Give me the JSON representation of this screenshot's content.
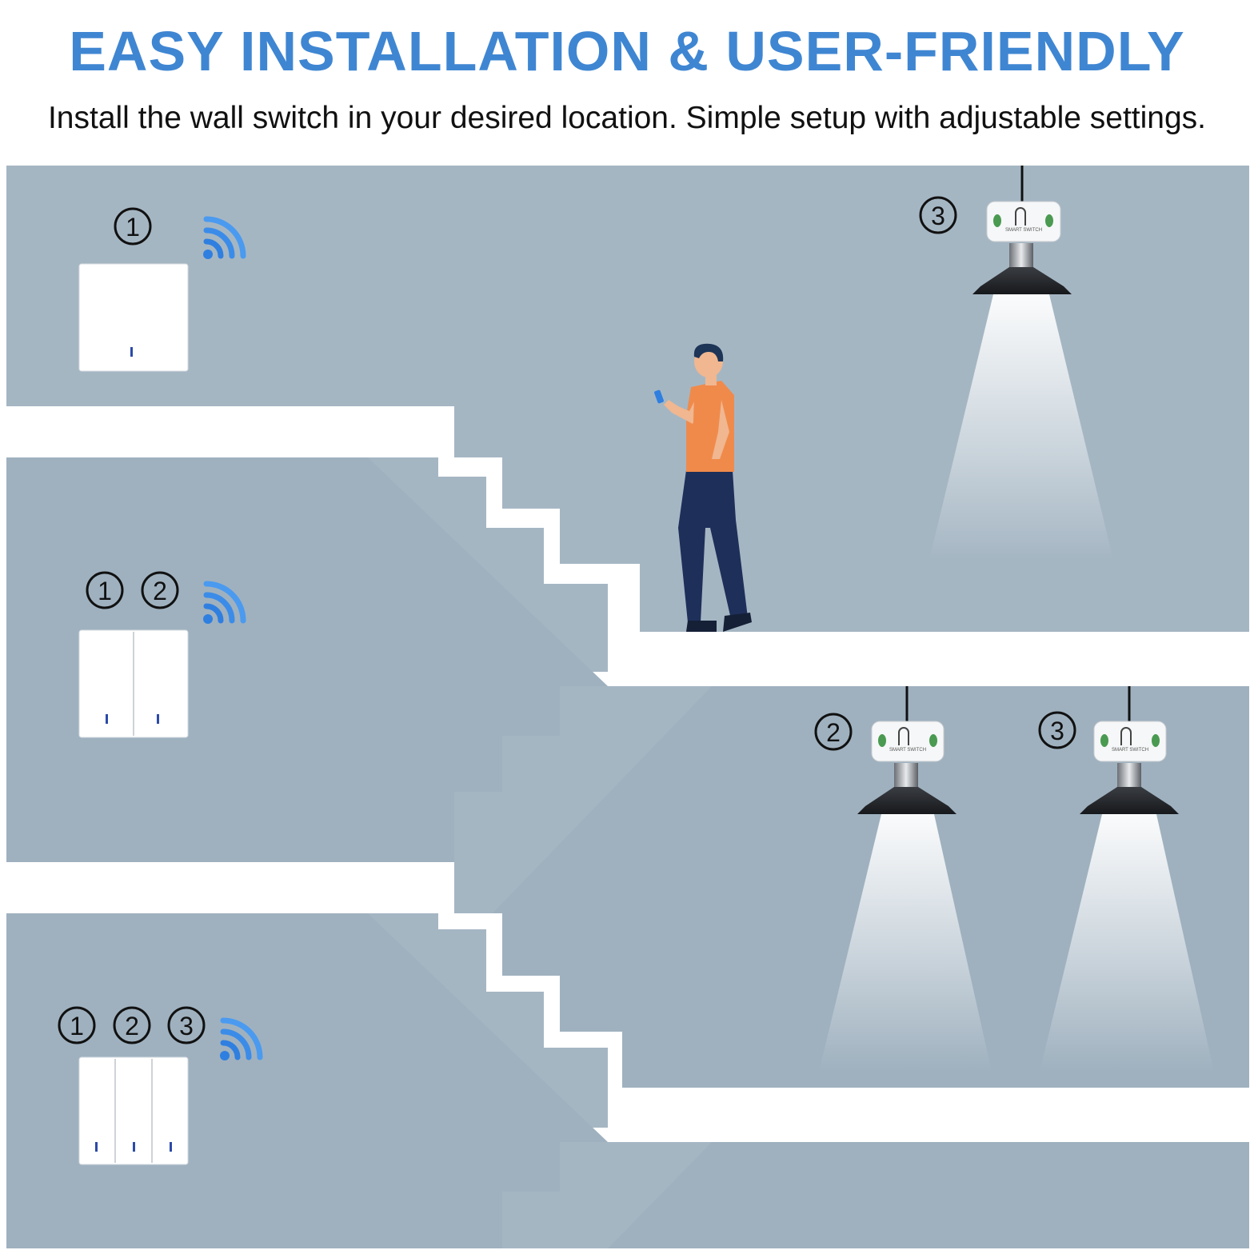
{
  "header": {
    "title": "EASY INSTALLATION & USER-FRIENDLY",
    "subtitle": "Install the wall switch in your desired location. Simple setup with adjustable settings."
  },
  "floors": [
    {
      "switch_type": "1-gang",
      "badges": [
        "1"
      ]
    },
    {
      "switch_type": "2-gang",
      "badges": [
        "1",
        "2"
      ]
    },
    {
      "switch_type": "3-gang",
      "badges": [
        "1",
        "2",
        "3"
      ]
    }
  ],
  "lamps": [
    {
      "badge": "3",
      "module_label": "SMART SWITCH"
    },
    {
      "badge": "2",
      "module_label": "SMART SWITCH"
    },
    {
      "badge": "3",
      "module_label": "SMART SWITCH"
    }
  ],
  "icons": {
    "wireless": "wifi-signal-icon",
    "switch": "wall-switch-icon",
    "lamp": "pendant-lamp-icon",
    "person": "person-with-phone"
  },
  "colors": {
    "title": "#3f86d2",
    "wall": "#a5b6c3",
    "signal": "#2f7fe0",
    "shirt": "#f08a4b",
    "pants": "#1e2f5a",
    "lamp_shade": "#2b2e33"
  }
}
